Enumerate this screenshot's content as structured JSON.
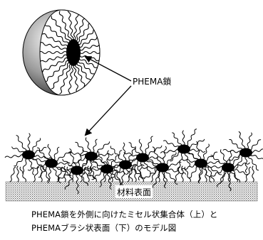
{
  "diagram": {
    "labels": {
      "chain": "PHEMA鎖",
      "surface": "材料表面"
    }
  },
  "caption": {
    "line1": "PHEMA鎖を外側に向けたミセル状集合体（上）と",
    "line2": "PHEMAブラシ状表面（下）のモデル図"
  }
}
